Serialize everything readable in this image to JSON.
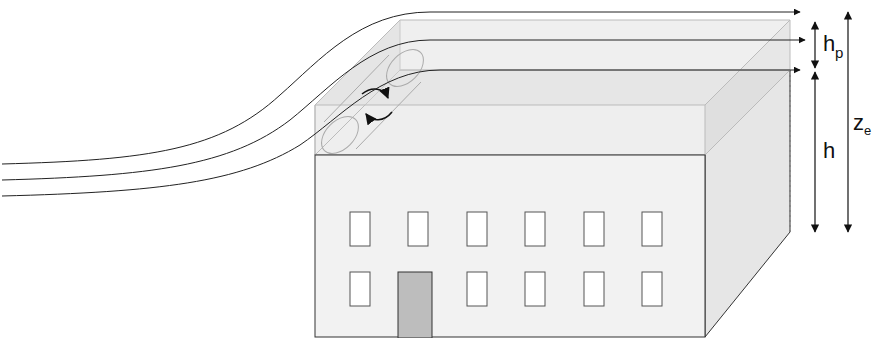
{
  "diagram": {
    "labels": [
      "h",
      "p",
      "h",
      "z",
      "e"
    ]
  }
}
